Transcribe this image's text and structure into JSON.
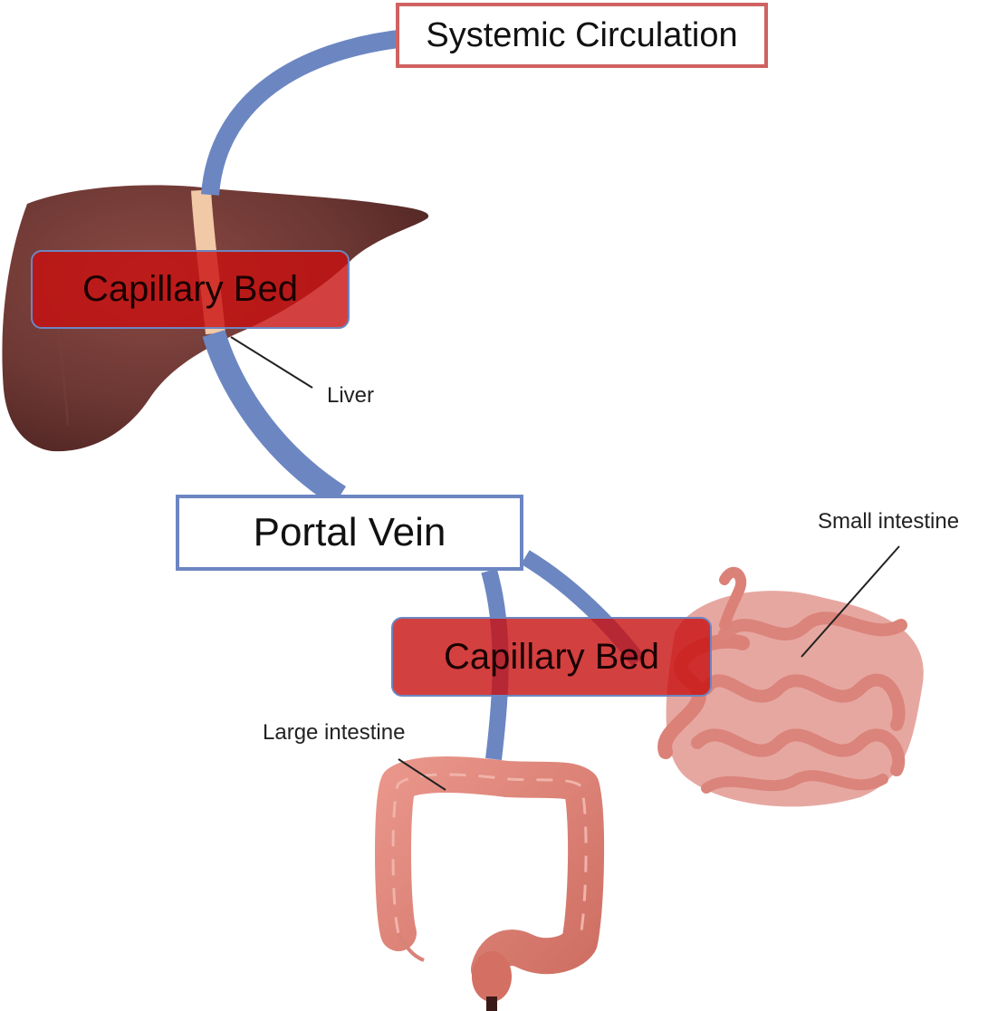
{
  "labels": {
    "systemic_circulation": "Systemic Circulation",
    "portal_vein": "Portal Vein",
    "capillary_bed_liver": "Capillary Bed",
    "capillary_bed_intestine": "Capillary Bed",
    "liver": "Liver",
    "small_intestine": "Small intestine",
    "large_intestine": "Large intestine"
  },
  "colors": {
    "vessel": "#6c86c2",
    "systemic_box_border": "#d06262",
    "portal_box_border": "#6c86c2",
    "capillary_fill": "#c81010",
    "liver": "#6b3632",
    "intestine": "#e0857a"
  }
}
